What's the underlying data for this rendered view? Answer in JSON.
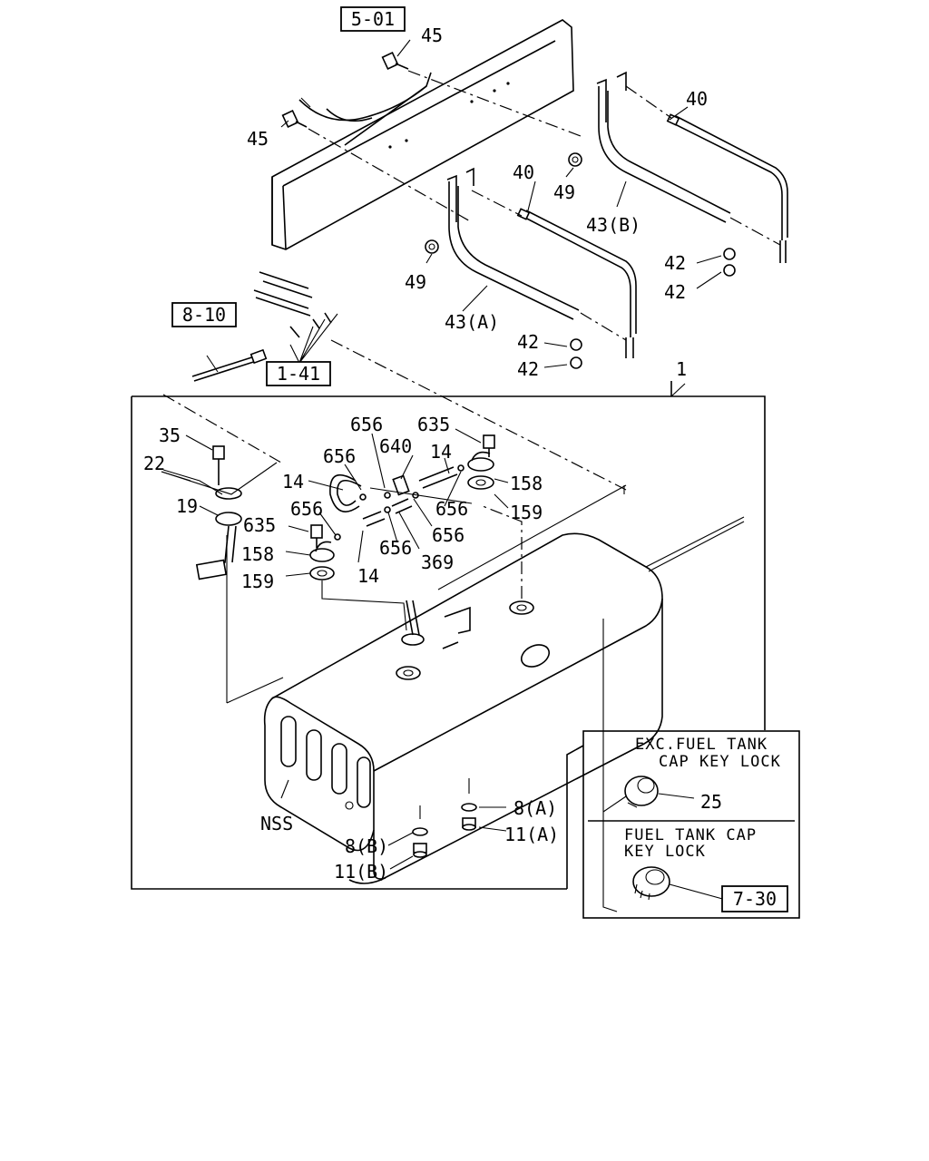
{
  "refs": {
    "r501": "5-01",
    "r810": "8-10",
    "r141": "1-41",
    "r730": "7-30"
  },
  "labels": {
    "p45a": "45",
    "p45b": "45",
    "p40a": "40",
    "p40b": "40",
    "p49a": "49",
    "p49b": "49",
    "p43b": "43(B)",
    "p43a": "43(A)",
    "p42a": "42",
    "p42b": "42",
    "p42c": "42",
    "p42d": "42",
    "p1": "1",
    "p35": "35",
    "p22": "22",
    "p19": "19",
    "p656a": "656",
    "p656b": "656",
    "p656c": "656",
    "p656d": "656",
    "p656e": "656",
    "p656f": "656",
    "p640": "640",
    "p635a": "635",
    "p635b": "635",
    "p14a": "14",
    "p14b": "14",
    "p14c": "14",
    "p158a": "158",
    "p158b": "158",
    "p159a": "159",
    "p159b": "159",
    "p369": "369",
    "pnss": "NSS",
    "p8a": "8(A)",
    "p8b": "8(B)",
    "p11a": "11(A)",
    "p11b": "11(B)",
    "p25": "25"
  },
  "inset": {
    "exc_line1": "EXC.FUEL TANK",
    "exc_line2": "CAP KEY LOCK",
    "key_line1": "FUEL TANK CAP",
    "key_line2": "KEY LOCK"
  }
}
